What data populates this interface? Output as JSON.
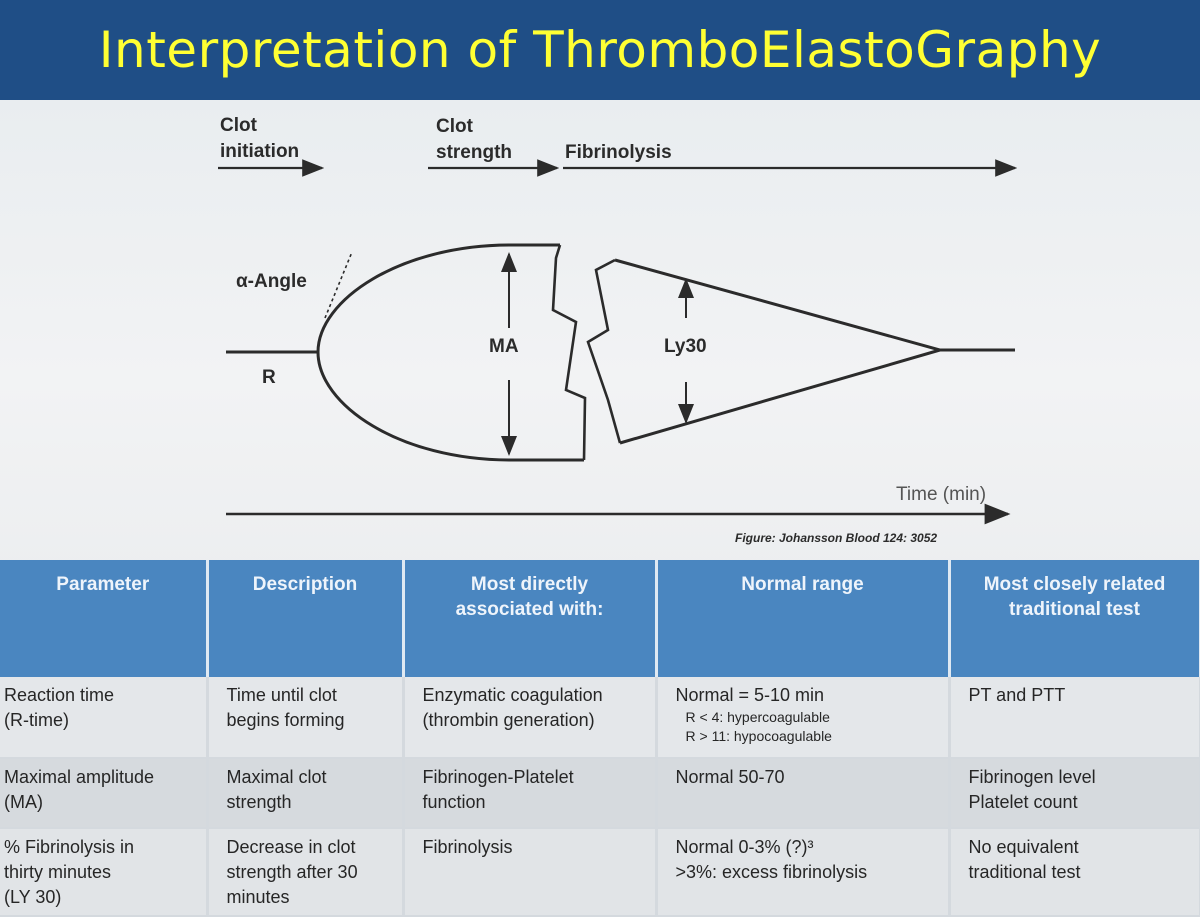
{
  "title": "Interpretation of ThromboElastoGraphy",
  "diagram": {
    "phases": {
      "initiation": [
        "Clot",
        "initiation"
      ],
      "strength": [
        "Clot",
        "strength"
      ],
      "fibrinolysis": "Fibrinolysis"
    },
    "labels": {
      "alpha_angle": "α-Angle",
      "r": "R",
      "ma": "MA",
      "ly30": "Ly30",
      "time_axis": "Time (min)"
    },
    "credit": "Figure: Johansson Blood 124: 3052"
  },
  "table": {
    "headers": [
      [
        "Parameter"
      ],
      [
        "Description"
      ],
      [
        "Most directly",
        "associated with:"
      ],
      [
        "Normal range"
      ],
      [
        "Most closely related",
        "traditional test"
      ]
    ],
    "rows": [
      {
        "parameter": [
          "Reaction time",
          "(R-time)"
        ],
        "description": [
          "Time until clot",
          "begins forming"
        ],
        "associated": [
          "Enzymatic coagulation",
          "(thrombin generation)"
        ],
        "normal": [
          "Normal = 5-10 min"
        ],
        "normal_sub": [
          "R < 4: hypercoagulable",
          "R > 11: hypocoagulable"
        ],
        "traditional": [
          "PT and PTT"
        ]
      },
      {
        "parameter": [
          "Maximal amplitude",
          "(MA)"
        ],
        "description": [
          "Maximal clot",
          "strength"
        ],
        "associated": [
          "Fibrinogen-Platelet",
          "function"
        ],
        "normal": [
          "Normal 50-70"
        ],
        "normal_sub": [],
        "traditional": [
          "Fibrinogen level",
          "Platelet count"
        ]
      },
      {
        "parameter": [
          "% Fibrinolysis in",
          "thirty minutes",
          "(LY 30)"
        ],
        "description": [
          "Decrease in clot",
          "strength after 30",
          "minutes"
        ],
        "associated": [
          "Fibrinolysis"
        ],
        "normal": [
          "Normal 0-3% (?)³",
          ">3%: excess fibrinolysis"
        ],
        "normal_sub": [],
        "traditional": [
          "No equivalent",
          "traditional test"
        ]
      }
    ]
  }
}
